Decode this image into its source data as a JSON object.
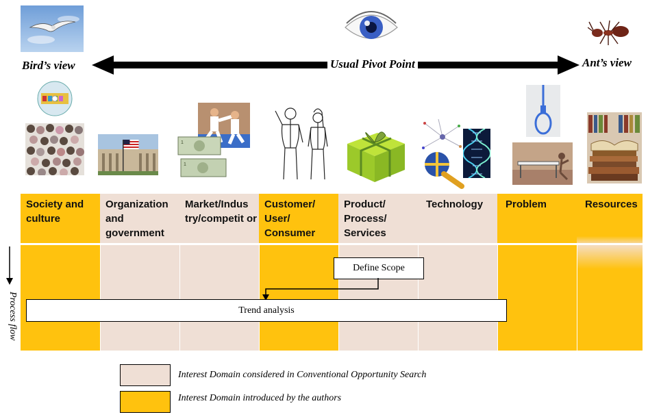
{
  "views": {
    "left": "Bird’s view",
    "center": "Usual Pivot Point",
    "right": "Ant’s view"
  },
  "columns": [
    {
      "label": "Society and culture",
      "domain": "introduced"
    },
    {
      "label": "Organization and government",
      "domain": "conventional"
    },
    {
      "label": "Market/Indus try/competit or",
      "domain": "conventional"
    },
    {
      "label": "Customer/ User/ Consumer",
      "domain": "introduced"
    },
    {
      "label": "Product/ Process/ Services",
      "domain": "conventional"
    },
    {
      "label": "Technology",
      "domain": "conventional"
    },
    {
      "label": "Problem",
      "domain": "introduced"
    },
    {
      "label": "Resources",
      "domain": "introduced"
    }
  ],
  "boxes": {
    "define_scope": "Define Scope",
    "trend_analysis": "Trend analysis"
  },
  "process_flow": "Process flow",
  "legend": {
    "conventional": "Interest Domain considered in Conventional Opportunity Search",
    "introduced": "Interest Domain introduced by the authors"
  },
  "colors": {
    "conventional": "#efdfd5",
    "introduced": "#ffc20e"
  },
  "icons": [
    "bird-icon",
    "eye-icon",
    "ant-icon",
    "globe-icon",
    "crowd-icon",
    "capitol-icon",
    "money-icon",
    "karate-icon",
    "human-figures-icon",
    "gift-box-icon",
    "molecule-icon",
    "dna-icon",
    "noose-icon",
    "hurdle-icon",
    "books-icon"
  ]
}
